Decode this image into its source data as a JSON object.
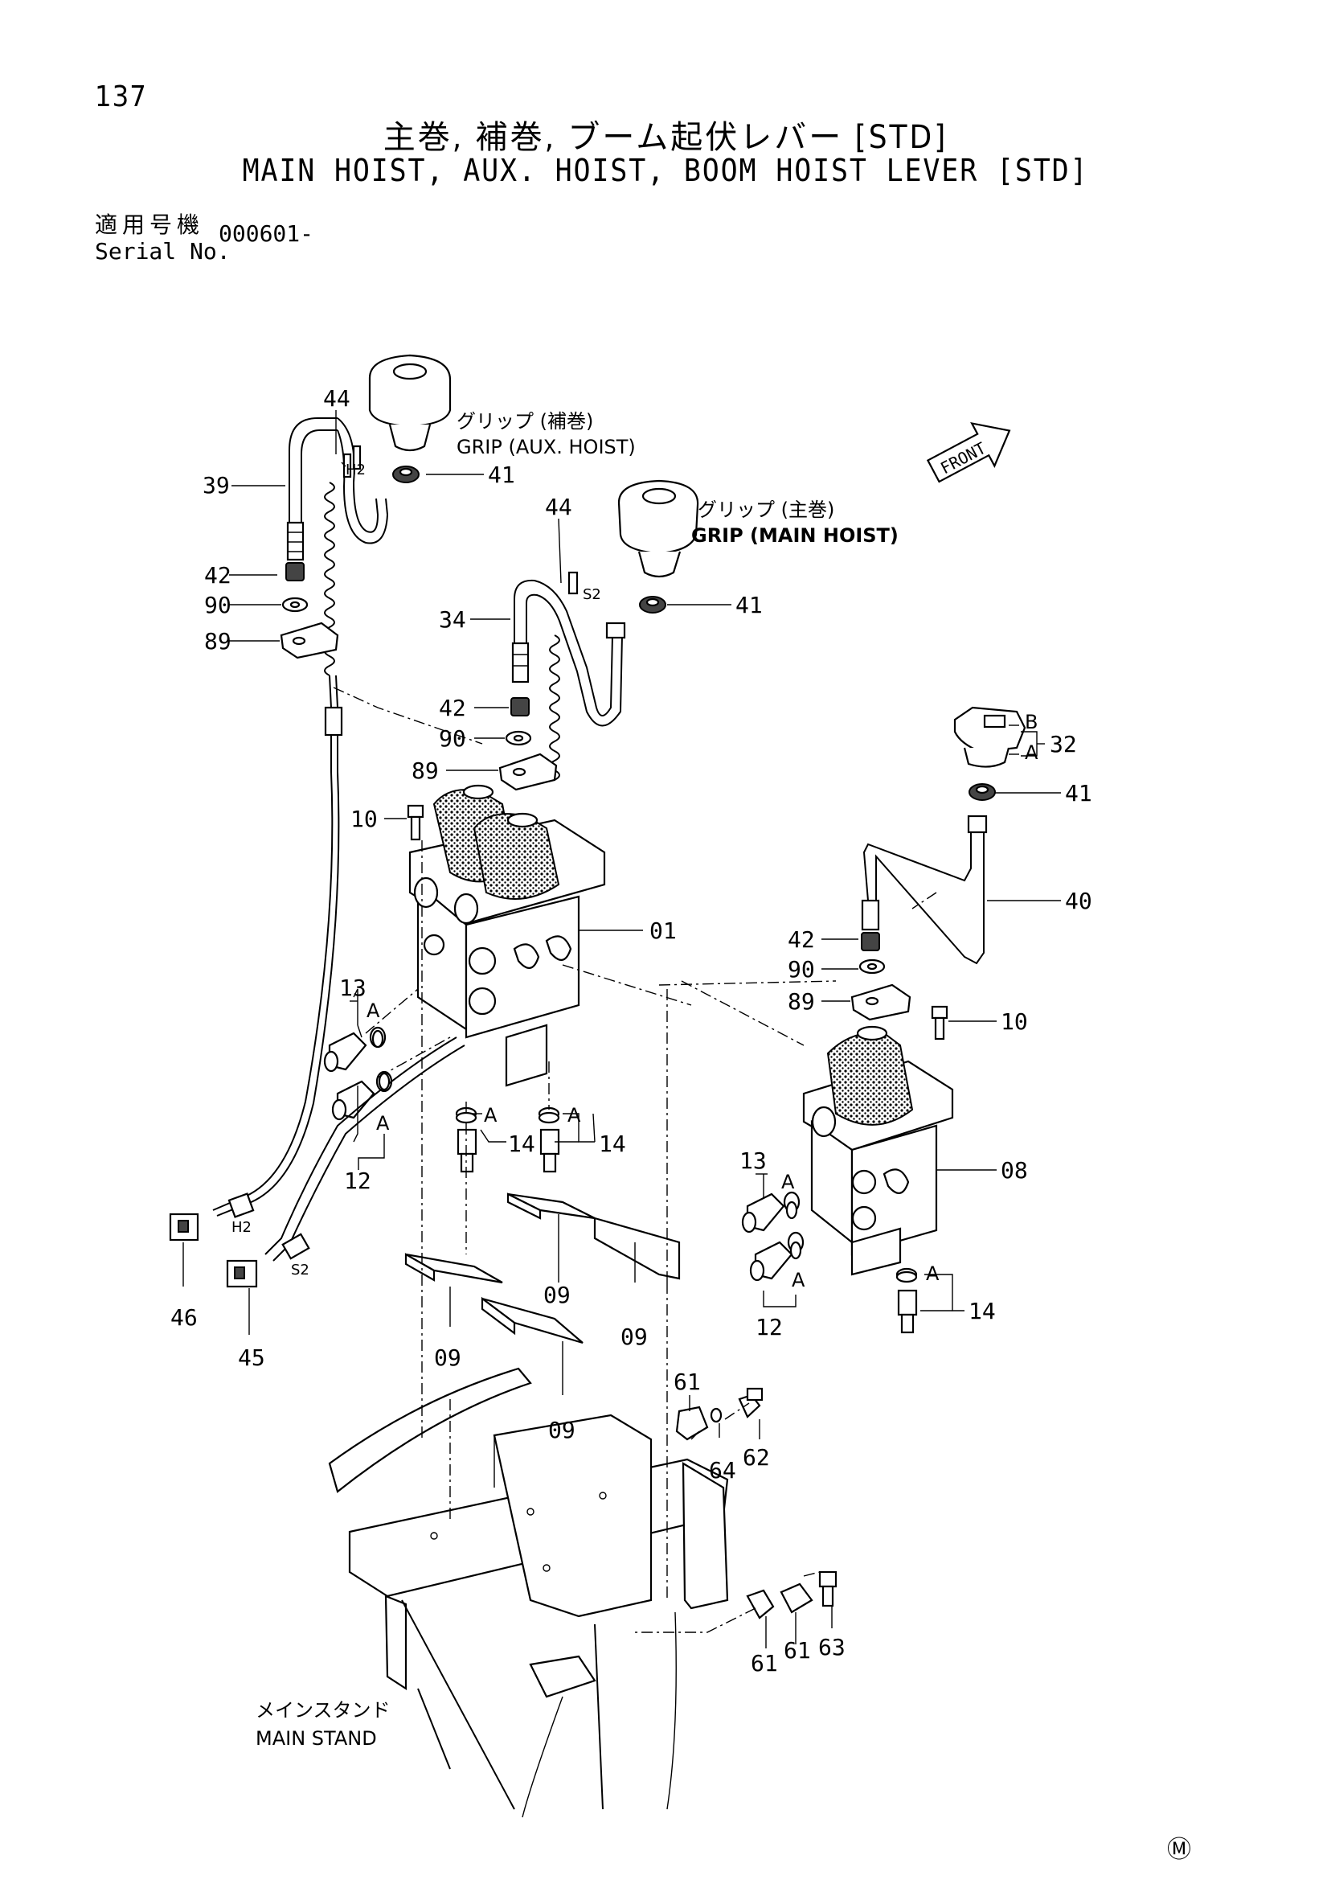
{
  "header": {
    "page_number": "137",
    "title_ja": "主巻, 補巻, ブーム起伏レバー [STD]",
    "title_en": "MAIN HOIST, AUX. HOIST, BOOM HOIST LEVER [STD]",
    "serial_label_ja": "適用号機",
    "serial_label_en": "Serial No.",
    "serial_number": "000601-"
  },
  "callouts": {
    "grip_aux_ja": "グリップ (補巻)",
    "grip_aux_en": "GRIP (AUX. HOIST)",
    "grip_main_ja": "グリップ (主巻)",
    "grip_main_en": "GRIP (MAIN HOIST)",
    "front": "FRONT",
    "main_stand_ja": "メインスタンド",
    "main_stand_en": "MAIN STAND",
    "h2": "H2",
    "s2": "S2",
    "mark_a": "A",
    "mark_b": "B",
    "footer_mark": "Ⓜ"
  },
  "parts": {
    "p01": "01",
    "p08": "08",
    "p09": "09",
    "p10": "10",
    "p12": "12",
    "p13": "13",
    "p14": "14",
    "p32": "32",
    "p34": "34",
    "p39": "39",
    "p40": "40",
    "p41": "41",
    "p42": "42",
    "p44": "44",
    "p45": "45",
    "p46": "46",
    "p61": "61",
    "p62": "62",
    "p63": "63",
    "p64": "64",
    "p89": "89",
    "p90": "90"
  }
}
